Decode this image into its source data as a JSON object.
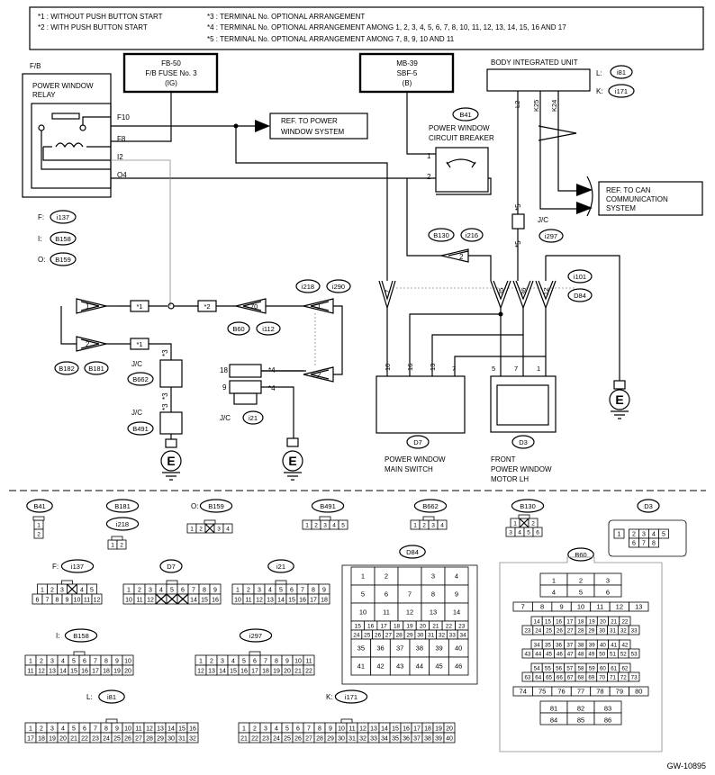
{
  "legend": {
    "l1": "*1  : WITHOUT PUSH BUTTON START",
    "l2": "*2  : WITH PUSH BUTTON START",
    "l3": "*3  : TERMINAL No. OPTIONAL ARRANGEMENT",
    "l4": "*4  : TERMINAL No. OPTIONAL ARRANGEMENT AMONG 1, 2, 3, 4, 5, 6, 7, 8, 10, 11, 12, 13, 14, 15, 16 AND 17",
    "l5": "*5  : TERMINAL No. OPTIONAL ARRANGEMENT AMONG 7, 8, 9, 10 AND 11"
  },
  "fb": {
    "tag": "F/B",
    "relay_l1": "POWER WINDOW",
    "relay_l2": "RELAY",
    "pins": [
      "F10",
      "F8",
      "I2",
      "O4"
    ],
    "conn_f_label": "F:",
    "conn_f": "i137",
    "conn_i_label": "I:",
    "conn_i": "B158",
    "conn_o_label": "O:",
    "conn_o": "B159"
  },
  "fuse": {
    "l1": "FB-50",
    "l2": "F/B FUSE No. 3",
    "l3": "(IG)"
  },
  "mb": {
    "l1": "MB-39",
    "l2": "SBF-5",
    "l3": "(B)"
  },
  "biu": {
    "title": "BODY INTEGRATED UNIT",
    "l_label": "L:",
    "l_conn": "i81",
    "k_label": "K:",
    "k_conn": "i171",
    "pins": [
      "L2",
      "K25",
      "K24"
    ]
  },
  "ref_pw": {
    "l1": "REF. TO POWER",
    "l2": "WINDOW SYSTEM"
  },
  "ref_can": {
    "l1": "REF. TO CAN",
    "l2": "COMMUNICATION",
    "l3": "SYSTEM"
  },
  "breaker": {
    "conn": "B41",
    "l1": "POWER WINDOW",
    "l2": "CIRCUIT BREAKER",
    "p1": "1",
    "p2": "2"
  },
  "jc_top": {
    "label": "J/C",
    "conn": "i297",
    "star": "*5"
  },
  "mid_conn": {
    "a": "B130",
    "b": "i216",
    "pin": "2"
  },
  "right_conn": {
    "a": "i101",
    "b": "D84",
    "pins": [
      "7",
      "35",
      "36",
      "12"
    ]
  },
  "left_tri": {
    "pin1": "1",
    "pin2": "2",
    "conn_a": "B182",
    "conn_b": "B181",
    "star1": "*1",
    "star2": "*2"
  },
  "mid_tri": {
    "pin70": "70",
    "conn_a": "B60",
    "conn_b": "i112",
    "pin1": "1",
    "pin2": "2",
    "conn_c": "i218",
    "conn_d": "i290"
  },
  "jc_b662": {
    "label": "J/C",
    "conn": "B662",
    "star": "*3"
  },
  "jc_b491": {
    "label": "J/C",
    "conn": "B491",
    "star": "*3"
  },
  "jc_i21": {
    "label": "J/C",
    "conn": "i21",
    "pin18": "18",
    "pin9": "9",
    "star": "*4"
  },
  "main_switch": {
    "conn": "D7",
    "l1": "POWER WINDOW",
    "l2": "MAIN SWITCH",
    "pins": [
      "10",
      "16",
      "13",
      "7"
    ]
  },
  "motor": {
    "conn": "D3",
    "l1": "FRONT",
    "l2": "POWER WINDOW",
    "l3": "MOTOR LH",
    "pins": [
      "5",
      "7",
      "1"
    ]
  },
  "ground": "E",
  "connectors": {
    "b41": {
      "title": "B41",
      "rows": [
        [
          "1"
        ],
        [
          "2"
        ]
      ]
    },
    "b181": {
      "title": "B181",
      "title2": "i218",
      "rows": [
        [
          "1",
          "2"
        ]
      ]
    },
    "b159": {
      "prefix": "O:",
      "title": "B159",
      "rows": [
        [
          "1",
          "2",
          "",
          "3",
          "4"
        ]
      ]
    },
    "b491": {
      "title": "B491",
      "rows": [
        [
          "1",
          "2",
          "3",
          "4",
          "5"
        ]
      ]
    },
    "b662": {
      "title": "B662",
      "rows": [
        [
          "1",
          "2",
          "3",
          "4"
        ]
      ]
    },
    "b130": {
      "title": "B130",
      "rows": [
        [
          "1",
          "",
          "2"
        ],
        [
          "3",
          "4",
          "5",
          "6"
        ]
      ]
    },
    "d3": {
      "title": "D3",
      "rows": [
        [
          "1",
          "2",
          "3",
          "4",
          "5"
        ],
        [
          "6",
          "7",
          "8"
        ]
      ]
    },
    "i137": {
      "prefix": "F:",
      "title": "i137",
      "rows": [
        [
          "1",
          "2",
          "3",
          "",
          "4",
          "5"
        ],
        [
          "6",
          "7",
          "8",
          "9",
          "10",
          "11",
          "12"
        ]
      ]
    },
    "d7": {
      "title": "D7",
      "rows": [
        [
          "1",
          "2",
          "3",
          "4",
          "5",
          "6",
          "7",
          "8",
          "9"
        ],
        [
          "10",
          "11",
          "12",
          "",
          "",
          "",
          "14",
          "15",
          "16"
        ]
      ]
    },
    "i21": {
      "title": "i21",
      "rows": [
        [
          "1",
          "2",
          "3",
          "4",
          "5",
          "6",
          "7",
          "8",
          "9"
        ],
        [
          "10",
          "11",
          "12",
          "13",
          "14",
          "15",
          "16",
          "17",
          "18"
        ]
      ]
    },
    "d84": {
      "title": "D84",
      "rows": [
        [
          "1",
          "2",
          "",
          "3",
          "4"
        ],
        [
          "5",
          "6",
          "7",
          "8",
          "9"
        ],
        [
          "10",
          "11",
          "12",
          "13",
          "14"
        ],
        [
          "15",
          "16",
          "17",
          "18",
          "19",
          "20",
          "21",
          "22",
          "23"
        ],
        [
          "24",
          "25",
          "26",
          "27",
          "28",
          "29",
          "30",
          "31",
          "32",
          "33",
          "34"
        ],
        [
          "35",
          "36",
          "37",
          "38",
          "39",
          "40"
        ],
        [
          "41",
          "42",
          "43",
          "44",
          "45",
          "46"
        ]
      ]
    },
    "b60": {
      "title": "B60",
      "rows": [
        [
          "1",
          "2",
          "3"
        ],
        [
          "4",
          "5",
          "6"
        ],
        [
          "7",
          "8",
          "9",
          "10",
          "11",
          "12",
          "13"
        ],
        [
          "14",
          "15",
          "16",
          "17",
          "18",
          "19",
          "20",
          "21",
          "22"
        ],
        [
          "23",
          "24",
          "25",
          "26",
          "27",
          "28",
          "29",
          "30",
          "31",
          "32",
          "33"
        ],
        [
          "34",
          "35",
          "36",
          "37",
          "38",
          "39",
          "40",
          "41",
          "42"
        ],
        [
          "43",
          "44",
          "45",
          "46",
          "47",
          "48",
          "49",
          "50",
          "51",
          "52",
          "53"
        ],
        [
          "54",
          "55",
          "56",
          "57",
          "58",
          "59",
          "60",
          "61",
          "62"
        ],
        [
          "63",
          "64",
          "65",
          "66",
          "67",
          "68",
          "69",
          "70",
          "71",
          "72",
          "73"
        ],
        [
          "74",
          "75",
          "76",
          "77",
          "78",
          "79",
          "80"
        ],
        [
          "81",
          "82",
          "83"
        ],
        [
          "84",
          "85",
          "86"
        ]
      ]
    },
    "b158": {
      "prefix": "I:",
      "title": "B158",
      "rows": [
        [
          "1",
          "2",
          "3",
          "4",
          "5",
          "6",
          "7",
          "8",
          "9",
          "10"
        ],
        [
          "11",
          "12",
          "13",
          "14",
          "15",
          "16",
          "17",
          "18",
          "19",
          "20"
        ]
      ]
    },
    "i297": {
      "title": "i297",
      "rows": [
        [
          "1",
          "2",
          "3",
          "4",
          "5",
          "6",
          "7",
          "8",
          "9",
          "10",
          "11"
        ],
        [
          "12",
          "13",
          "14",
          "15",
          "16",
          "17",
          "18",
          "19",
          "20",
          "21",
          "22"
        ]
      ]
    },
    "i81": {
      "prefix": "L:",
      "title": "i81",
      "rows": [
        [
          "1",
          "2",
          "3",
          "4",
          "5",
          "6",
          "7",
          "8",
          "9",
          "10",
          "11",
          "12",
          "13",
          "14",
          "15",
          "16"
        ],
        [
          "17",
          "18",
          "19",
          "20",
          "21",
          "22",
          "23",
          "24",
          "25",
          "26",
          "27",
          "28",
          "29",
          "30",
          "31",
          "32"
        ]
      ]
    },
    "i171": {
      "prefix": "K:",
      "title": "i171",
      "rows": [
        [
          "1",
          "2",
          "3",
          "4",
          "5",
          "6",
          "7",
          "8",
          "9",
          "10",
          "11",
          "12",
          "13",
          "14",
          "15",
          "16",
          "17",
          "18",
          "19",
          "20"
        ],
        [
          "21",
          "22",
          "23",
          "24",
          "25",
          "26",
          "27",
          "28",
          "29",
          "30",
          "31",
          "32",
          "33",
          "34",
          "35",
          "36",
          "37",
          "38",
          "39",
          "40"
        ]
      ]
    }
  },
  "footer": "GW-10895"
}
